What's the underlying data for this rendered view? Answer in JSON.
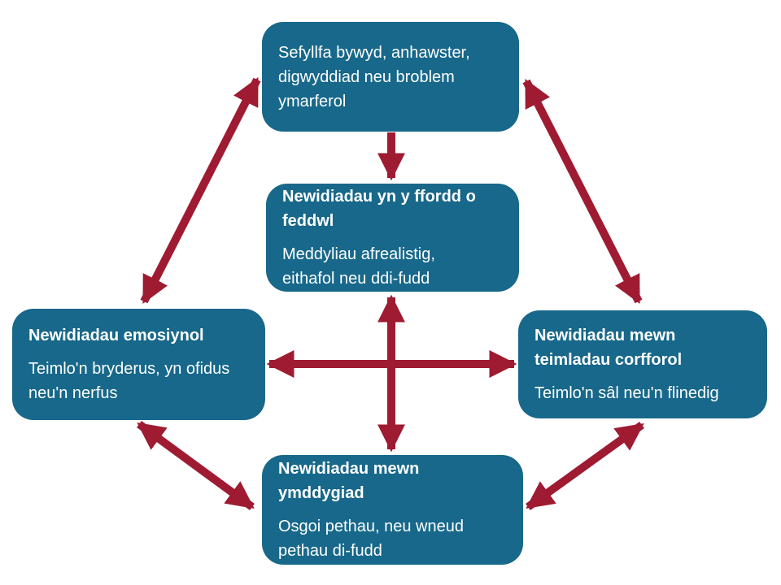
{
  "diagram": {
    "boxes": {
      "top": {
        "body": "Sefyllfa bywyd, anhawster,\ndigwyddiad neu broblem\nymarferol"
      },
      "middle": {
        "title": "Newidiadau yn y ffordd o\nfeddwl",
        "body": "Meddyliau afrealistig,\neithafol neu ddi-fudd"
      },
      "left": {
        "title": "Newidiadau emosiynol",
        "body": "Teimlo'n bryderus, yn ofidus\nneu'n nerfus"
      },
      "right": {
        "title": "Newidiadau mewn\nteimladau corfforol",
        "body": "Teimlo'n sâl neu'n flinedig"
      },
      "bottom": {
        "title": "Newidiadau mewn\nymddygiad",
        "body": "Osgoi pethau, neu wneud\npethau di-fudd"
      }
    },
    "connections": [
      {
        "from": "top",
        "to": "middle",
        "double_headed": false
      },
      {
        "from": "middle",
        "to": "bottom",
        "double_headed": true
      },
      {
        "from": "left",
        "to": "right",
        "double_headed": true
      },
      {
        "from": "top",
        "to": "left",
        "double_headed": true
      },
      {
        "from": "top",
        "to": "right",
        "double_headed": true
      },
      {
        "from": "left",
        "to": "bottom",
        "double_headed": true
      },
      {
        "from": "right",
        "to": "bottom",
        "double_headed": true
      }
    ],
    "colors": {
      "box_fill": "#17688A",
      "arrow": "#9E1B32",
      "text": "#FFFFFF",
      "background": "#FFFFFF"
    }
  }
}
